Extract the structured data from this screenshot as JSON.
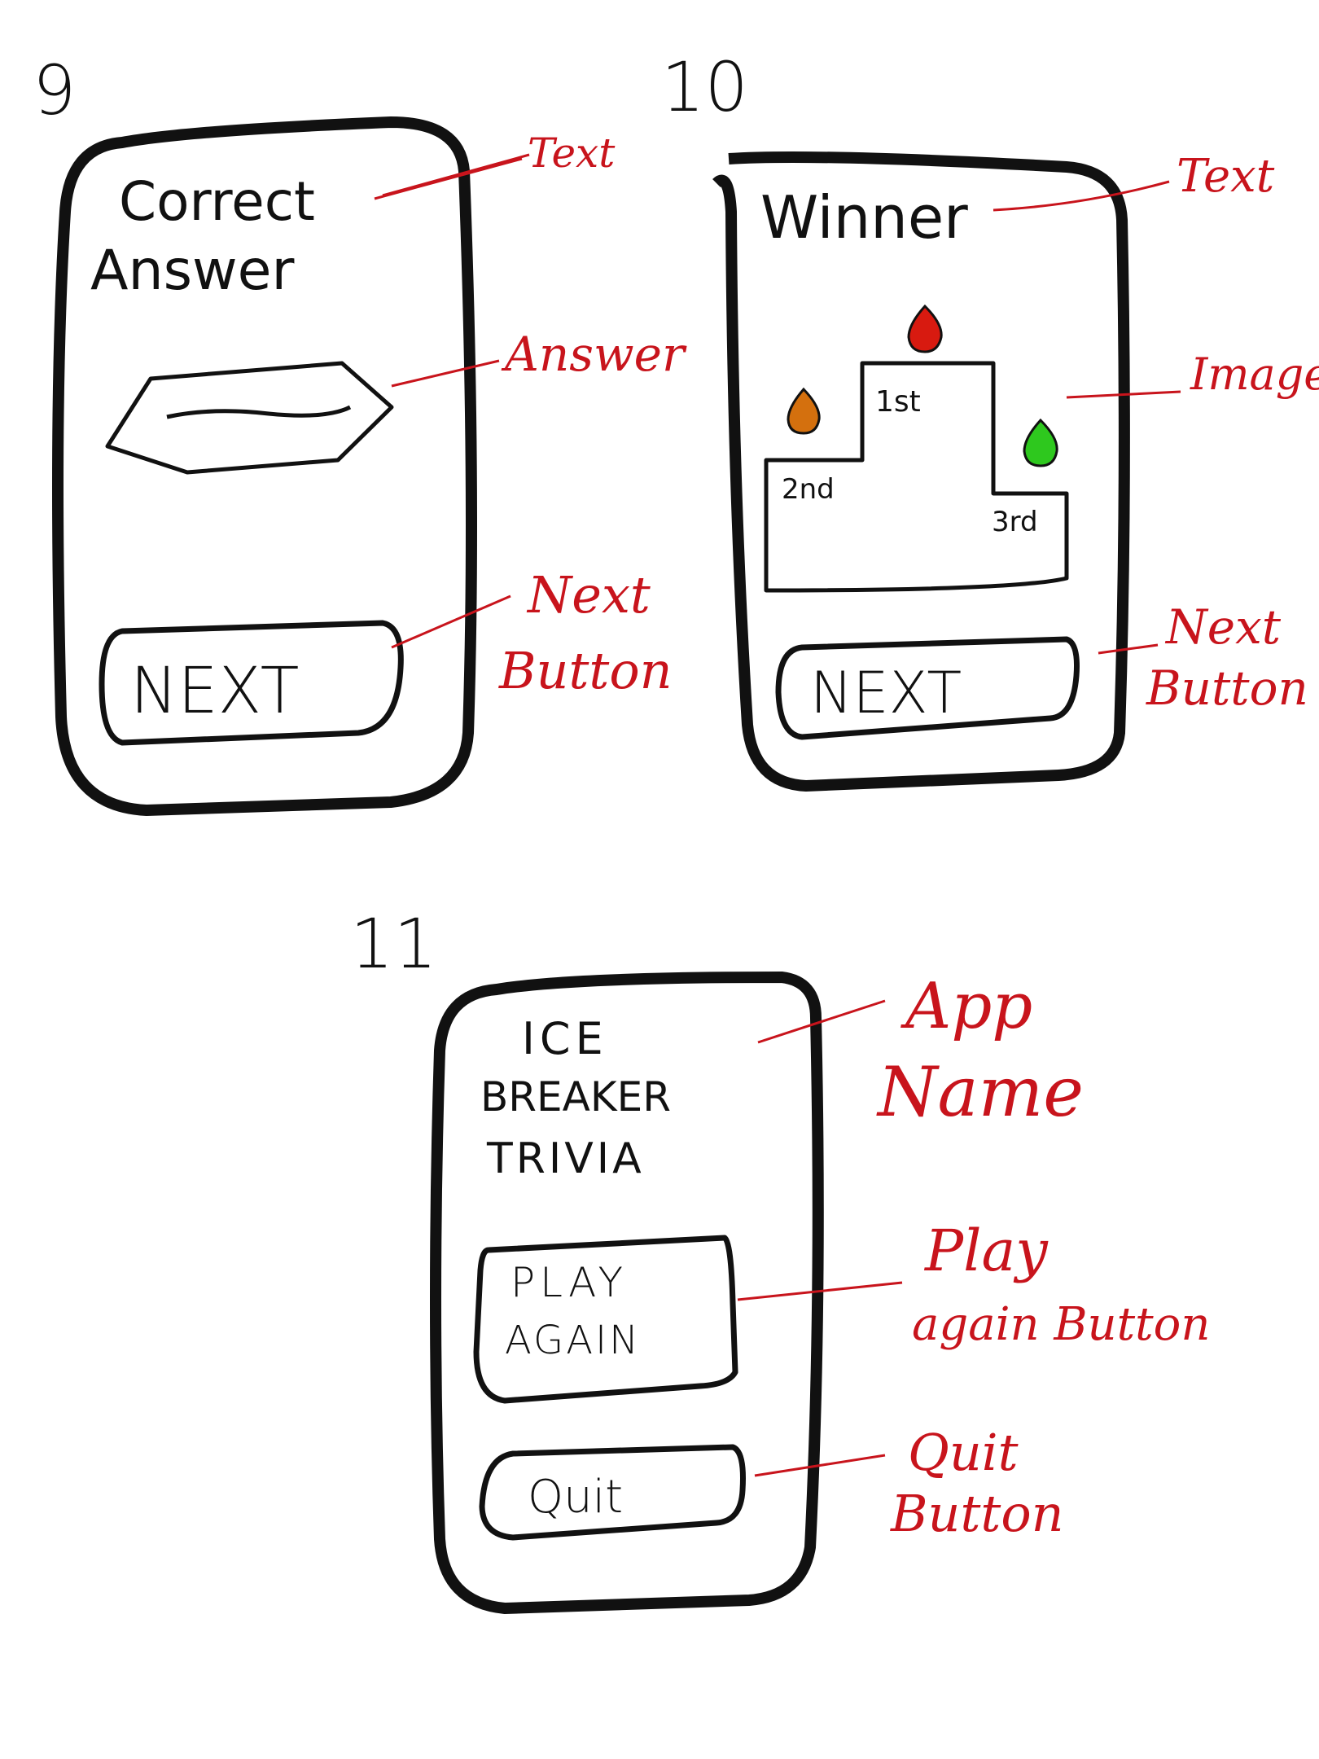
{
  "screens": [
    {
      "number": "9",
      "title_line1": "Correct",
      "title_line2": "Answer",
      "button": "NEXT",
      "annotations": {
        "text": "Text",
        "answer": "Answer",
        "next_line1": "Next",
        "next_line2": "Button"
      }
    },
    {
      "number": "10",
      "title": "Winner",
      "podium": {
        "first": "1st",
        "second": "2nd",
        "third": "3rd"
      },
      "button": "NEXT",
      "annotations": {
        "text": "Text",
        "image": "Image",
        "next_line1": "Next",
        "next_line2": "Button"
      }
    },
    {
      "number": "11",
      "app_name": [
        "ICE",
        "BREAKER",
        "TRIVIA"
      ],
      "play_again": [
        "PLAY",
        "AGAIN"
      ],
      "quit": "Quit",
      "annotations": {
        "app_line1": "App",
        "app_line2": "Name",
        "play_line1": "Play",
        "play_line2": "again Button",
        "quit_line1": "Quit",
        "quit_line2": "Button"
      }
    }
  ],
  "colors": {
    "ink": "#111111",
    "annotation": "#c8141c",
    "first": "#d81a10",
    "second": "#d4700e",
    "third": "#2ec81e"
  }
}
